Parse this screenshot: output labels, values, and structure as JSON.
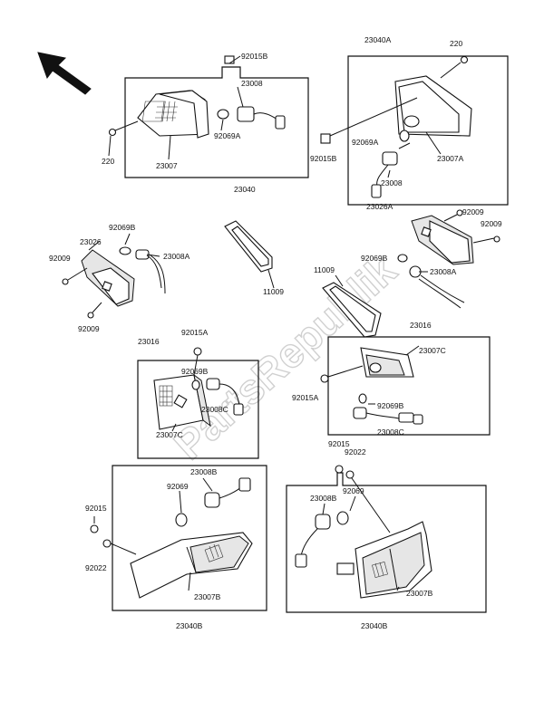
{
  "watermark": "PartsRepublik",
  "groups": [
    {
      "id": "23040",
      "callouts": [
        "92015B",
        "23008",
        "92069A",
        "220",
        "23007"
      ]
    },
    {
      "id": "23040A",
      "callouts": [
        "220",
        "92069A",
        "92015B",
        "23007A",
        "23008"
      ]
    },
    {
      "id": "23026",
      "callouts": [
        "92069B",
        "92009",
        "23008A",
        "92009"
      ]
    },
    {
      "id": "23026A",
      "callouts": [
        "92009",
        "92009",
        "92069B",
        "23008A"
      ]
    },
    {
      "id": "11009",
      "callouts": [
        "11009",
        "11009"
      ]
    },
    {
      "id": "23016",
      "callouts": [
        "92015A",
        "92069B",
        "23008C",
        "23007C"
      ]
    },
    {
      "id": "23016",
      "callouts": [
        "23007C",
        "92015A",
        "92069B",
        "23008C"
      ]
    },
    {
      "id": "23040B",
      "callouts": [
        "23008B",
        "92069",
        "92015",
        "92022",
        "23007B"
      ]
    },
    {
      "id": "23040B",
      "callouts": [
        "92015",
        "92022",
        "23008B",
        "92069",
        "23007B"
      ]
    }
  ],
  "labels": {
    "l_92015B_a": "92015B",
    "l_23008_a": "23008",
    "l_92069A_a": "92069A",
    "l_220_a": "220",
    "l_23007": "23007",
    "l_23040": "23040",
    "l_23040A": "23040A",
    "l_220_b": "220",
    "l_92069A_b": "92069A",
    "l_92015B_b": "92015B",
    "l_23007A": "23007A",
    "l_23008_b": "23008",
    "l_92069B_a": "92069B",
    "l_23026": "23026",
    "l_92009_a": "92009",
    "l_23008A_a": "23008A",
    "l_92009_b": "92009",
    "l_11009_a": "11009",
    "l_11009_b": "11009",
    "l_92009_c": "92009",
    "l_92009_d": "92009",
    "l_23026A": "23026A",
    "l_92069B_b": "92069B",
    "l_23008A_b": "23008A",
    "l_23016_a": "23016",
    "l_92015A_a": "92015A",
    "l_92069B_c": "92069B",
    "l_23008C_a": "23008C",
    "l_23007C_a": "23007C",
    "l_23016_b": "23016",
    "l_23007C_b": "23007C",
    "l_92015A_b": "92015A",
    "l_92069B_d": "92069B",
    "l_23008C_b": "23008C",
    "l_23008B_a": "23008B",
    "l_92069_a": "92069",
    "l_92015_a": "92015",
    "l_92022_a": "92022",
    "l_23007B_a": "23007B",
    "l_23040B_a": "23040B",
    "l_92015_b": "92015",
    "l_92022_b": "92022",
    "l_23008B_b": "23008B",
    "l_92069_b": "92069",
    "l_23007B_b": "23007B",
    "l_23040B_b": "23040B"
  }
}
